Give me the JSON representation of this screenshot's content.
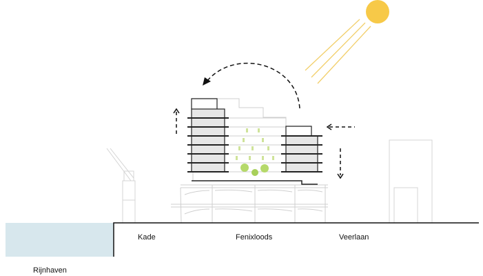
{
  "labels": {
    "kade": "Kade",
    "fenixloods": "Fenixloods",
    "veerlaan": "Veerlaan",
    "rijnhaven": "Rijnhaven"
  },
  "colors": {
    "sun": "#f7c948",
    "rays": "#f2cf6b",
    "water": "#d7e7ed",
    "floor": "#e6e6e6",
    "greenery": "#b5d96a",
    "outline": "#c8c8c8"
  }
}
